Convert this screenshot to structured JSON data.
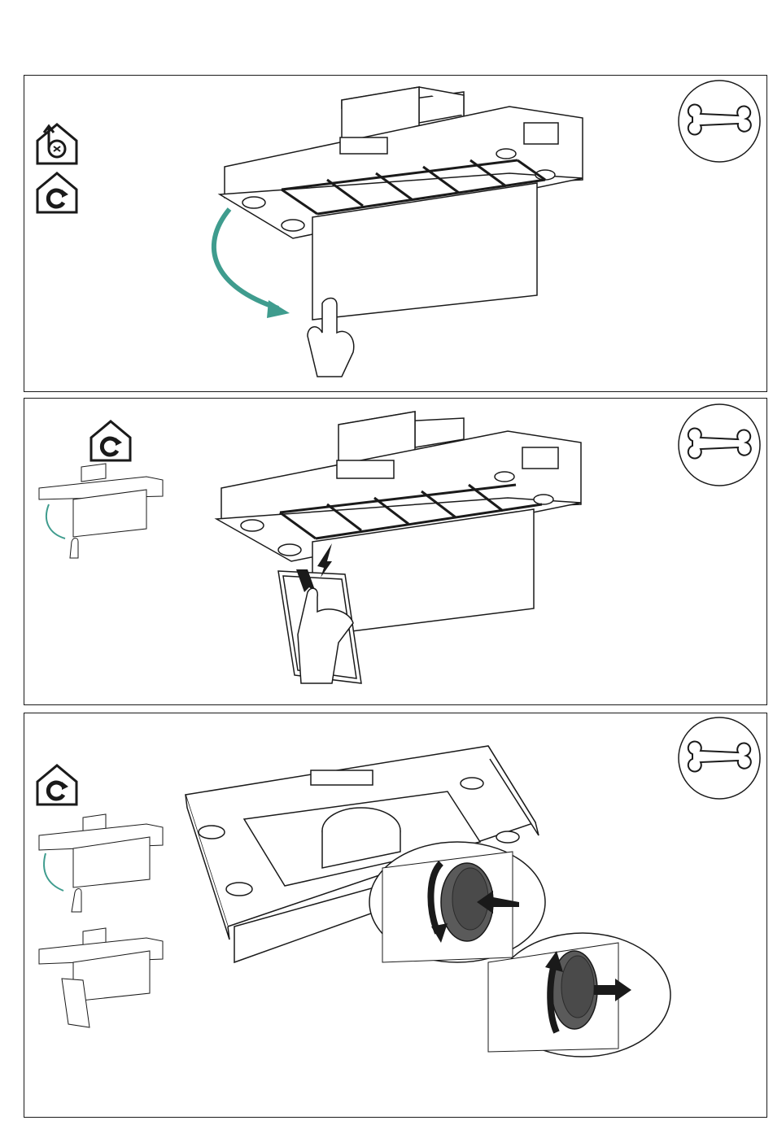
{
  "document": {
    "type": "installation-instruction-sheet",
    "panels": [
      {
        "id": "step-1",
        "mode_icons": [
          "ducted-mode-icon",
          "recirculation-mode-icon"
        ],
        "tool_icon": "wrench-icon",
        "action": "open-lower-panel"
      },
      {
        "id": "step-2",
        "mode_icons": [
          "recirculation-mode-icon"
        ],
        "tool_icon": "wrench-icon",
        "action": "remove-grease-filter"
      },
      {
        "id": "step-3",
        "mode_icons": [
          "recirculation-mode-icon"
        ],
        "tool_icon": "wrench-icon",
        "action": "fit-carbon-filter"
      }
    ]
  },
  "colors": {
    "line": "#1a1a1a",
    "accent_arrow": "#3f9c8e",
    "filter_dark": "#5a5a5a",
    "background": "#ffffff"
  }
}
